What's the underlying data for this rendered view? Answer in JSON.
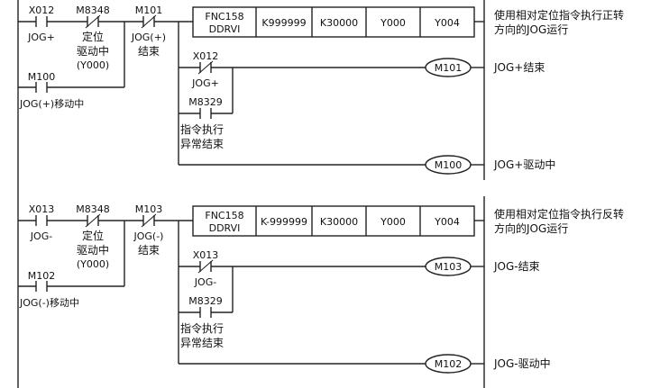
{
  "rungs": [
    {
      "contact1": "X012",
      "contact1_label": "JOG+",
      "contact2": "M8348",
      "contact2_label": [
        "定位",
        "驱动中",
        "(Y000)"
      ],
      "contact3": "M101",
      "contact3_label": [
        "JOG(+)",
        "结束"
      ],
      "hold": "M100",
      "hold_label": "JOG(+)移动中",
      "instruction": {
        "code": "FNC158",
        "name": "DDRVI",
        "args": [
          "K999999",
          "K30000",
          "Y000",
          "Y004"
        ]
      },
      "comment": [
        "使用相对定位指令执行正转",
        "方向的JOG运行"
      ],
      "sub_contact1": "X012",
      "sub_contact1_label": "JOG+",
      "sub_contact2": "M8329",
      "sub_contact2_label": [
        "指令执行",
        "异常结束"
      ],
      "coil_end": "M101",
      "coil_end_comment": "JOG+结束",
      "coil_drive": "M100",
      "coil_drive_comment": "JOG+驱动中"
    },
    {
      "contact1": "X013",
      "contact1_label": "JOG-",
      "contact2": "M8348",
      "contact2_label": [
        "定位",
        "驱动中",
        "(Y000)"
      ],
      "contact3": "M103",
      "contact3_label": [
        "JOG(-)",
        "结束"
      ],
      "hold": "M102",
      "hold_label": "JOG(-)移动中",
      "instruction": {
        "code": "FNC158",
        "name": "DDRVI",
        "args": [
          "K-999999",
          "K30000",
          "Y000",
          "Y004"
        ]
      },
      "comment": [
        "使用相对定位指令执行反转",
        "方向的JOG运行"
      ],
      "sub_contact1": "X013",
      "sub_contact1_label": "JOG-",
      "sub_contact2": "M8329",
      "sub_contact2_label": [
        "指令执行",
        "异常结束"
      ],
      "coil_end": "M103",
      "coil_end_comment": "JOG-结束",
      "coil_drive": "M102",
      "coil_drive_comment": "JOG-驱动中"
    }
  ]
}
